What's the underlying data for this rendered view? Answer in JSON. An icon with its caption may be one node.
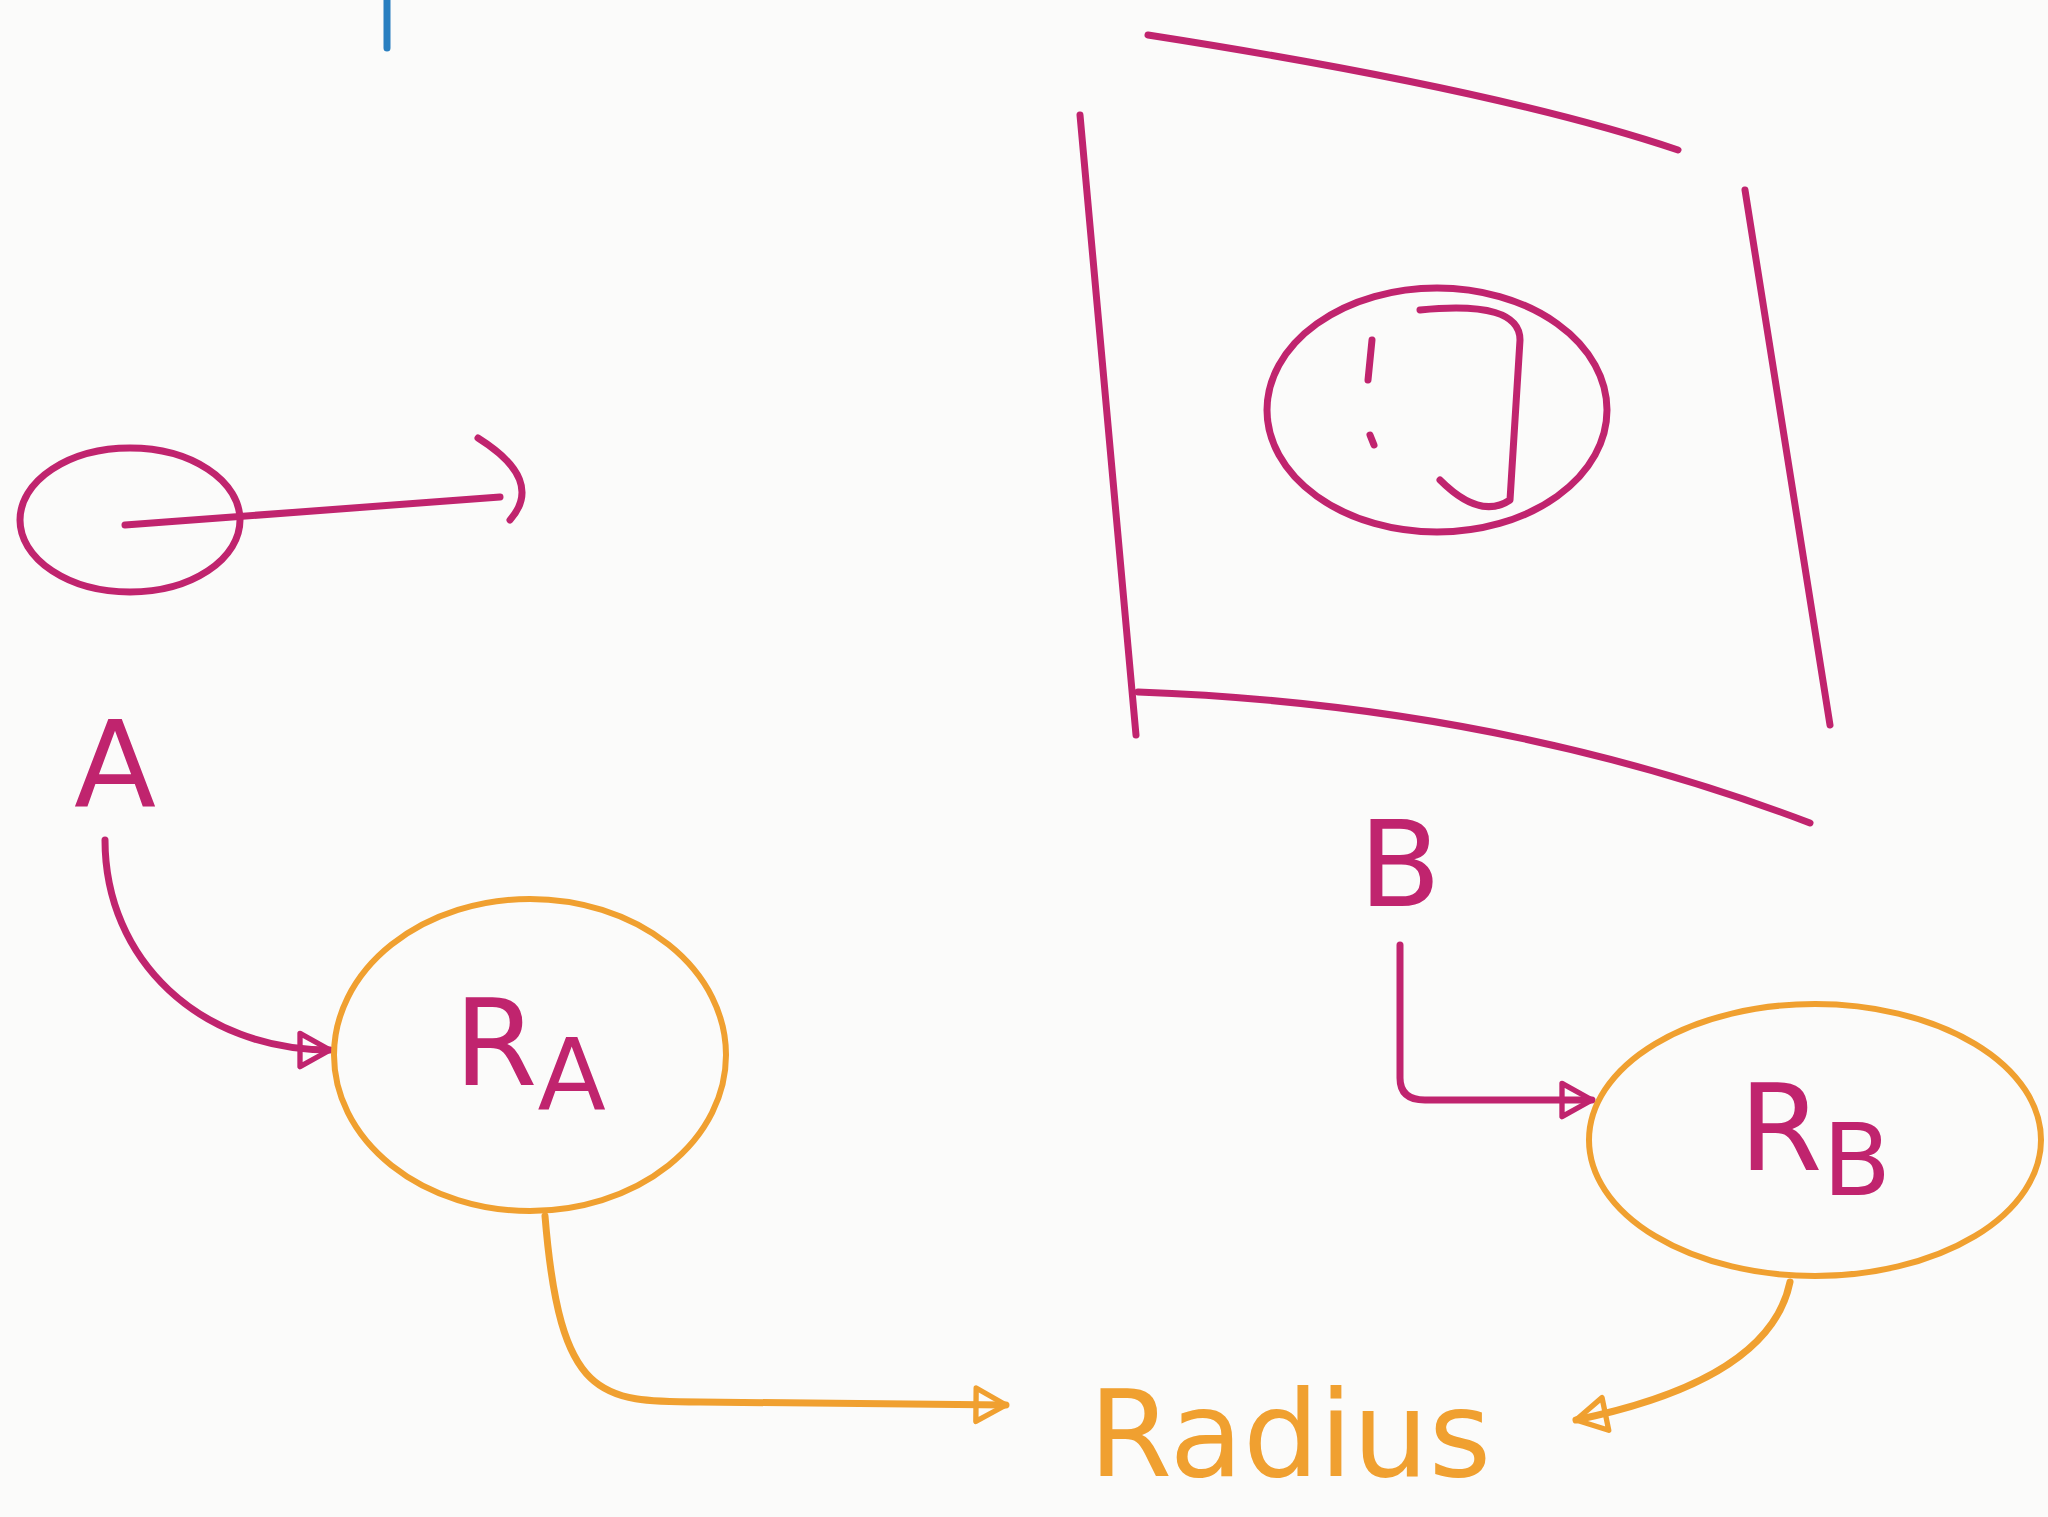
{
  "diagram": {
    "nodes": [
      {
        "text": [
          "A"
        ]
      },
      {
        "text": [
          "B"
        ]
      },
      {
        "text": [
          "R$_{A}$"
        ]
      },
      {
        "text": [
          "R$_{B}$"
        ]
      },
      {
        "text": [
          "Radius"
        ]
      }
    ],
    "edges": [
      {
        "from": 0,
        "to": 2,
        "arrow": "to",
        "color": "#c0246e"
      },
      {
        "from": 1,
        "to": 3,
        "arrow": "to",
        "color": "#c0246e"
      },
      {
        "from": 2,
        "to": 4,
        "arrow": "to",
        "color": "#f0a030"
      },
      {
        "from": 3,
        "to": 4,
        "arrow": "to",
        "color": "#f0a030"
      }
    ]
  }
}
